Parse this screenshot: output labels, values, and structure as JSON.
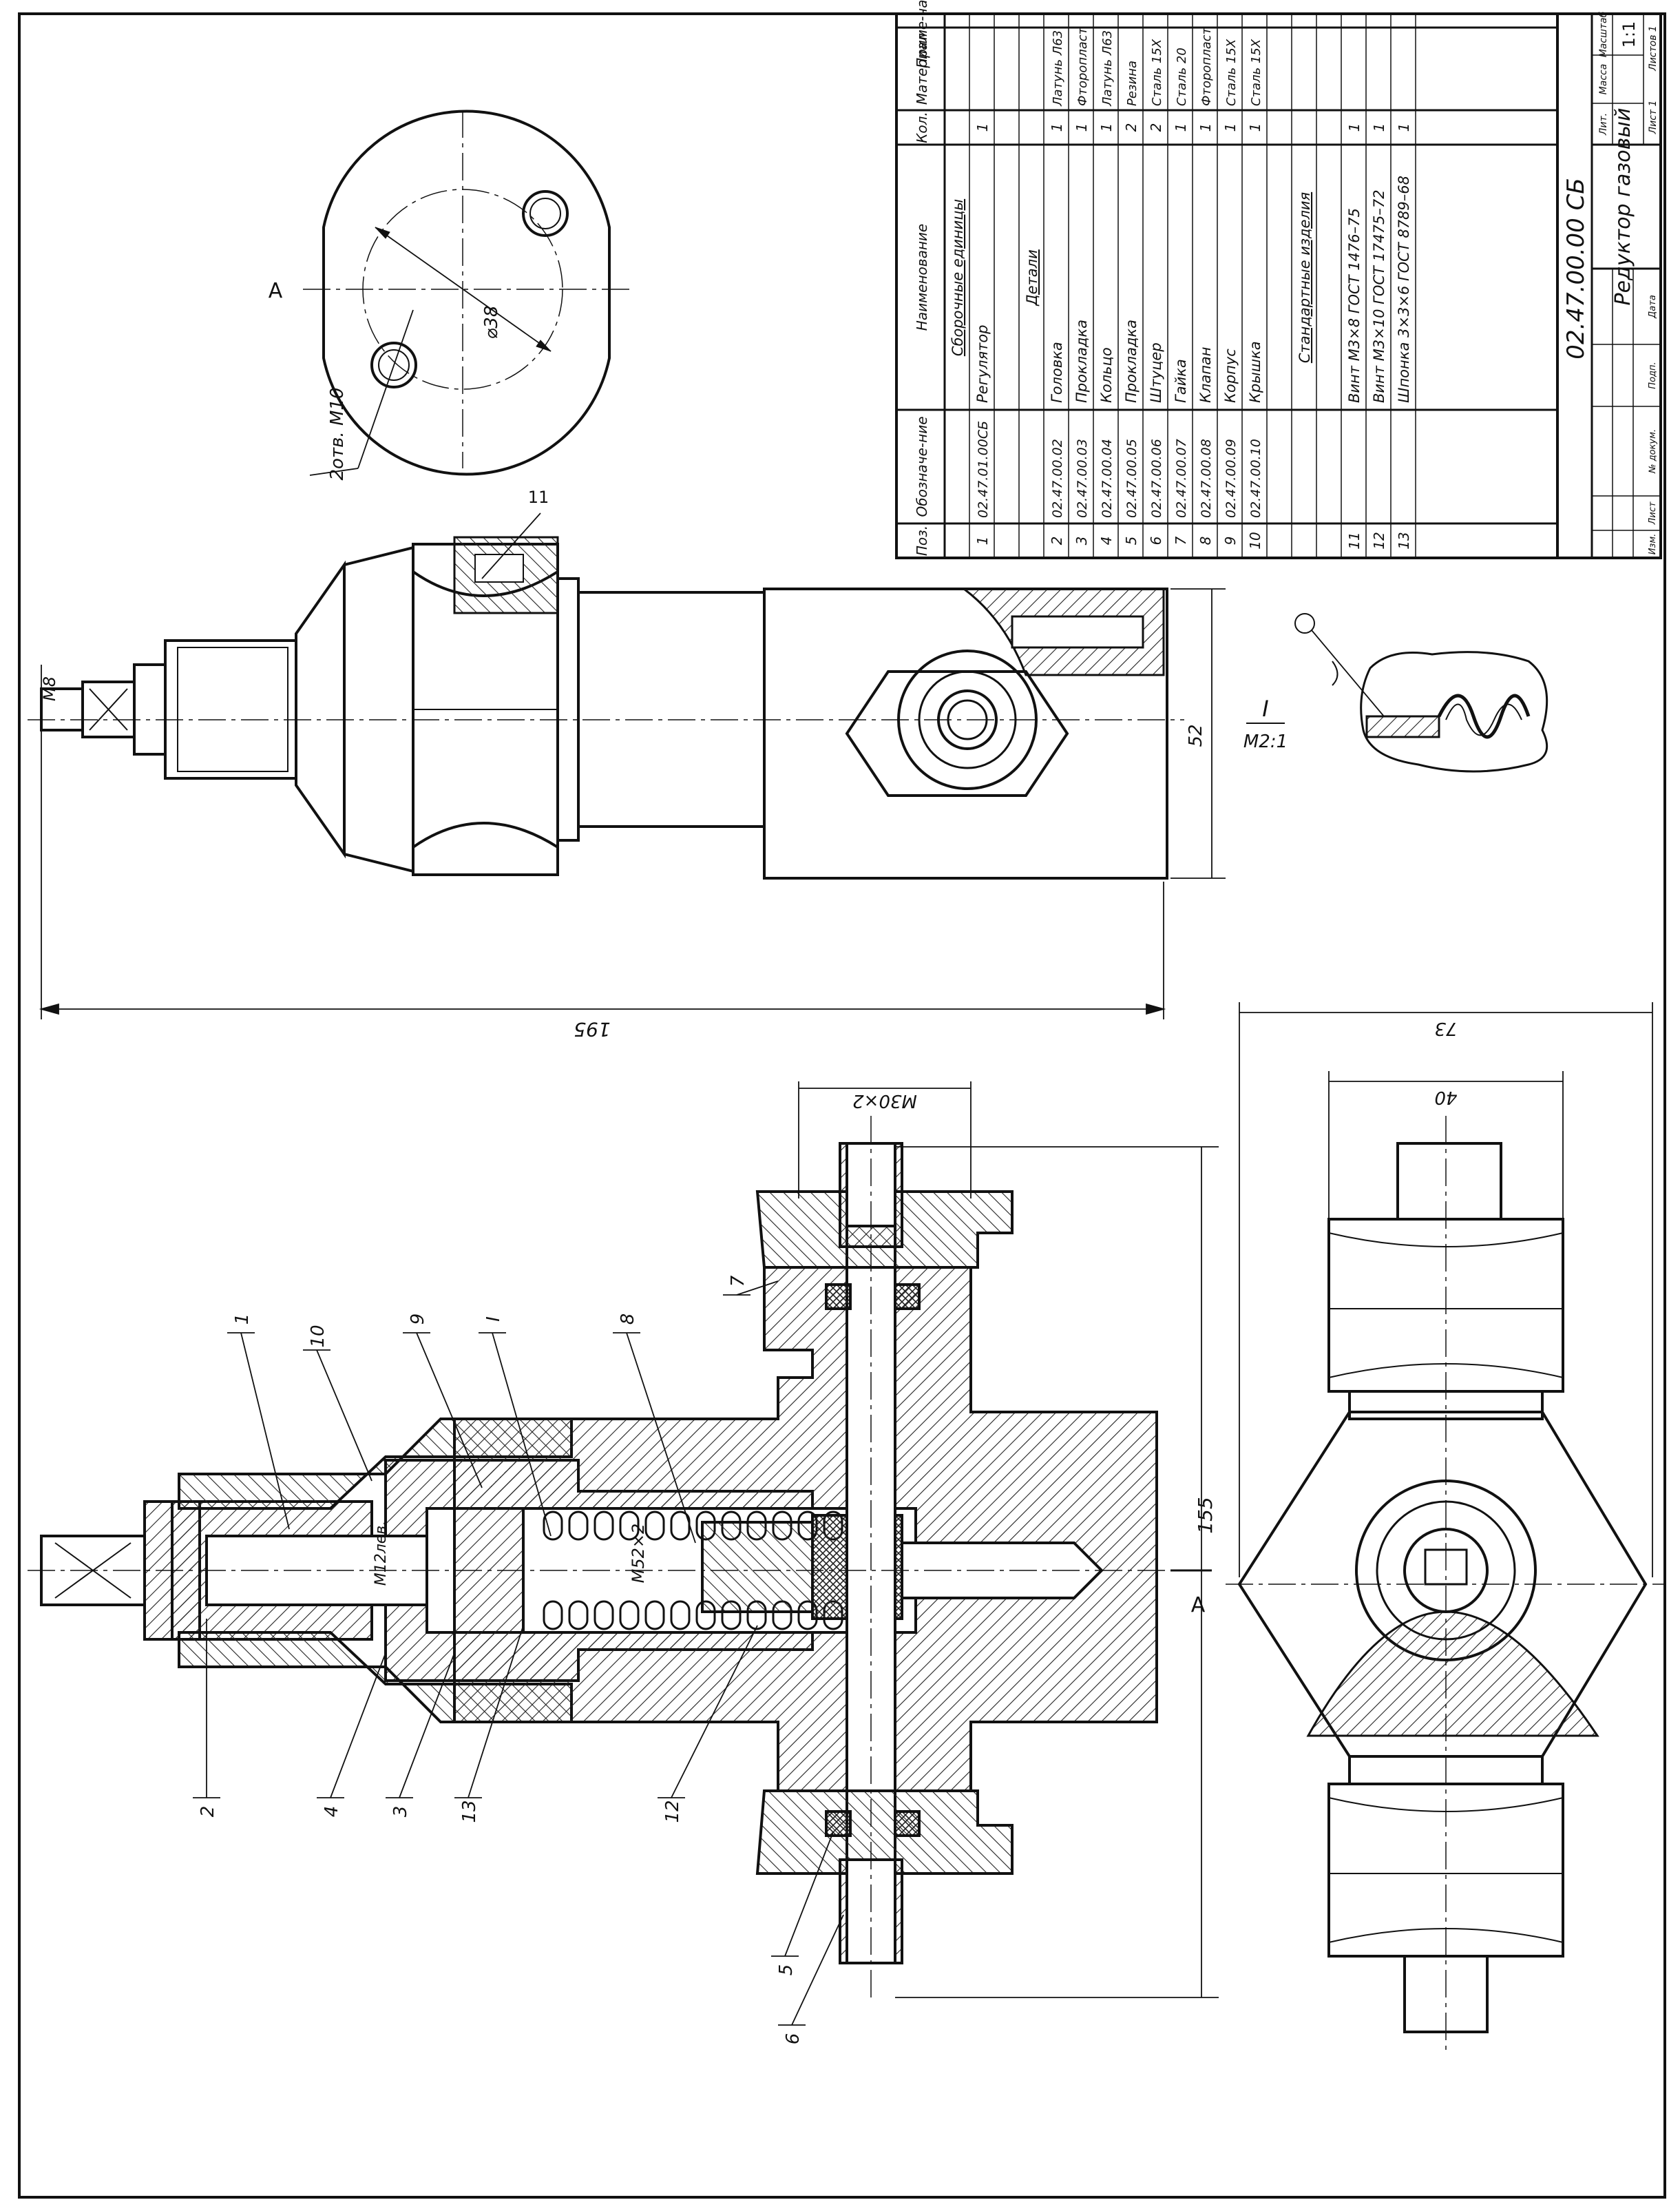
{
  "drawing": {
    "section_label": "А",
    "view_label": "А",
    "detail_label": "I",
    "detail_scale": "М2:1",
    "holes_label": "2отв. М10",
    "circle_dia": "⌀38",
    "thread_m8": "М8",
    "thread_m12": "М12лев.",
    "thread_m52": "М52×2",
    "thread_m30": "М30×2",
    "dim_195": "195",
    "dim_52": "52",
    "dim_155": "155",
    "dim_73": "73",
    "dim_40": "40",
    "callouts": [
      "1",
      "2",
      "3",
      "4",
      "5",
      "6",
      "7",
      "8",
      "9",
      "10",
      "11",
      "12",
      "13",
      "I"
    ]
  },
  "spec": {
    "headers": {
      "pos": "Поз.",
      "desig": "Обозначе-ние",
      "name": "Наименование",
      "qty": "Кол.",
      "material": "Материал",
      "note": "Приме-чание"
    },
    "rows": [
      {
        "pos": "",
        "desig": "",
        "name": "Сборочные единицы",
        "qty": "",
        "material": "",
        "section": true
      },
      {
        "pos": "1",
        "desig": "02.47.01.00СБ",
        "name": "Регулятор",
        "qty": "1",
        "material": ""
      },
      {
        "pos": "",
        "desig": "",
        "name": "",
        "qty": "",
        "material": ""
      },
      {
        "pos": "",
        "desig": "",
        "name": "Детали",
        "qty": "",
        "material": "",
        "section": true
      },
      {
        "pos": "2",
        "desig": "02.47.00.02",
        "name": "Головка",
        "qty": "1",
        "material": "Латунь Л63"
      },
      {
        "pos": "3",
        "desig": "02.47.00.03",
        "name": "Прокладка",
        "qty": "1",
        "material": "Фторопласт"
      },
      {
        "pos": "4",
        "desig": "02.47.00.04",
        "name": "Кольцо",
        "qty": "1",
        "material": "Латунь Л63"
      },
      {
        "pos": "5",
        "desig": "02.47.00.05",
        "name": "Прокладка",
        "qty": "2",
        "material": "Резина"
      },
      {
        "pos": "6",
        "desig": "02.47.00.06",
        "name": "Штуцер",
        "qty": "2",
        "material": "Сталь 15Х"
      },
      {
        "pos": "7",
        "desig": "02.47.00.07",
        "name": "Гайка",
        "qty": "1",
        "material": "Сталь 20"
      },
      {
        "pos": "8",
        "desig": "02.47.00.08",
        "name": "Клапан",
        "qty": "1",
        "material": "Фторопласт"
      },
      {
        "pos": "9",
        "desig": "02.47.00.09",
        "name": "Корпус",
        "qty": "1",
        "material": "Сталь 15Х"
      },
      {
        "pos": "10",
        "desig": "02.47.00.10",
        "name": "Крышка",
        "qty": "1",
        "material": "Сталь 15Х"
      },
      {
        "pos": "",
        "desig": "",
        "name": "",
        "qty": "",
        "material": ""
      },
      {
        "pos": "",
        "desig": "",
        "name": "Стандартные изделия",
        "qty": "",
        "material": "",
        "section": true
      },
      {
        "pos": "",
        "desig": "",
        "name": "",
        "qty": "",
        "material": ""
      },
      {
        "pos": "11",
        "desig": "",
        "name": "Винт М3×8 ГОСТ 1476–75",
        "qty": "1",
        "material": ""
      },
      {
        "pos": "12",
        "desig": "",
        "name": "Винт М3×10 ГОСТ 17475–72",
        "qty": "1",
        "material": ""
      },
      {
        "pos": "13",
        "desig": "",
        "name": "Шпонка 3×3×6 ГОСТ 8789–68",
        "qty": "1",
        "material": ""
      }
    ]
  },
  "title_block": {
    "doc_number": "02.47.00.00 СБ",
    "name": "Редуктор газовый",
    "lit": "Лит.",
    "mass": "Масса",
    "scale_label": "Масштаб",
    "scale": "1:1",
    "sheet": "Лист 1",
    "sheets": "Листов 1",
    "change_labels": [
      "Изм.",
      "Лист",
      "№ докум.",
      "Подп.",
      "Дата"
    ]
  }
}
